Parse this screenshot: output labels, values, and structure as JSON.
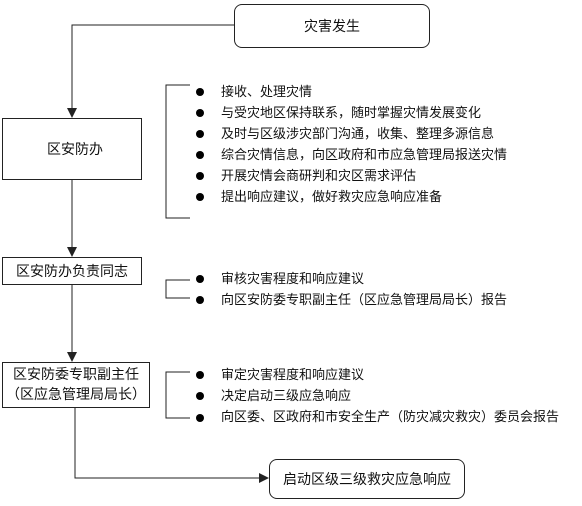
{
  "nodes": {
    "disaster": "灾害发生",
    "district_office": "区安防办",
    "office_lead": "区安防办负责同志",
    "deputy_director_line1": "区安防委专职副主任",
    "deputy_director_line2": "（区应急管理局局长）",
    "start_response": "启动区级三级救灾应急响应"
  },
  "tasks": {
    "district_office": [
      "接收、处理灾情",
      "与受灾地区保持联系，随时掌握灾情发展变化",
      "及时与区级涉灾部门沟通，收集、整理多源信息",
      "综合灾情信息，向区政府和市应急管理局报送灾情",
      "开展灾情会商研判和灾区需求评估",
      "提出响应建议，做好救灾应急响应准备"
    ],
    "office_lead": [
      "审核灾害程度和响应建议",
      "向区安防委专职副主任（区应急管理局局长）报告"
    ],
    "deputy_director": [
      "审定灾害程度和响应建议",
      "决定启动三级应急响应",
      "向区委、区政府和市安全生产（防灾减灾救灾）委员会报告"
    ]
  }
}
